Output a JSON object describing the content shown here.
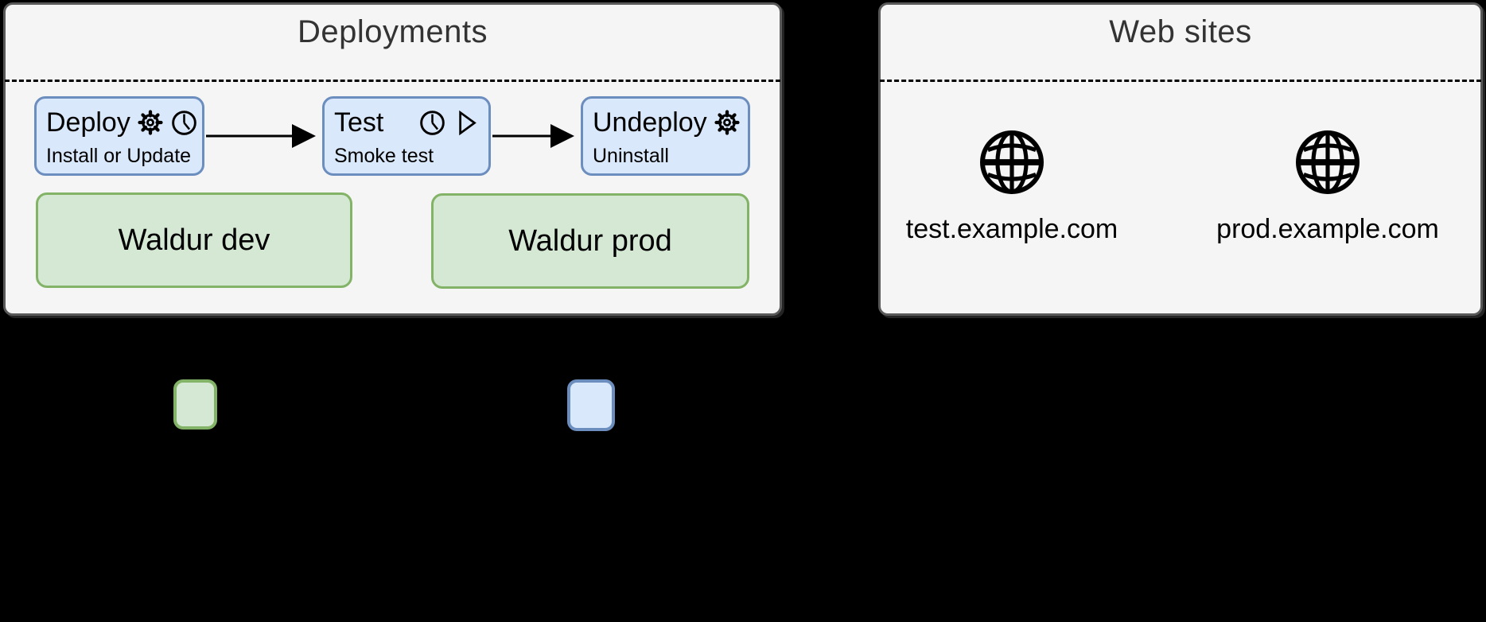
{
  "canvas": {
    "background": "#000000"
  },
  "deployments": {
    "title": "Deployments",
    "steps": [
      {
        "title": "Deploy",
        "subtitle": "Install or Update",
        "icons": [
          "gear-icon",
          "clock-icon"
        ]
      },
      {
        "title": "Test",
        "subtitle": "Smoke test",
        "icons": [
          "clock-icon",
          "play-icon"
        ]
      },
      {
        "title": "Undeploy",
        "subtitle": "Uninstall",
        "icons": [
          "gear-icon"
        ]
      }
    ],
    "flow": [
      "Deploy -> Test",
      "Test -> Undeploy"
    ],
    "environments": [
      {
        "label": "Waldur dev"
      },
      {
        "label": "Waldur prod"
      }
    ]
  },
  "websites": {
    "title": "Web sites",
    "sites": [
      {
        "domain": "test.example.com",
        "icon": "globe-icon"
      },
      {
        "domain": "prod.example.com",
        "icon": "globe-icon"
      }
    ]
  },
  "legend": {
    "swatches": [
      {
        "name": "environment-swatch",
        "fill": "#d5e8d4",
        "border": "#82b366"
      },
      {
        "name": "step-swatch",
        "fill": "#dae8fc",
        "border": "#6c8ebf"
      }
    ]
  },
  "colors": {
    "panel_fill": "#f5f5f5",
    "panel_border": "#595959",
    "step_fill": "#dae8fc",
    "step_border": "#6c8ebf",
    "environment_fill": "#d5e8d4",
    "environment_border": "#82b366",
    "title_text": "#333333",
    "diagram_text": "#000000"
  }
}
